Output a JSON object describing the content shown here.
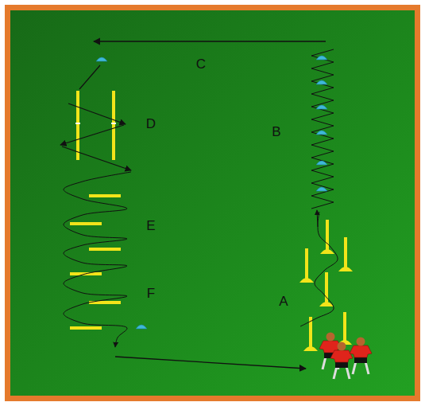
{
  "diagram": {
    "labels": [
      "C",
      "D",
      "B",
      "E",
      "F",
      "A"
    ]
  }
}
